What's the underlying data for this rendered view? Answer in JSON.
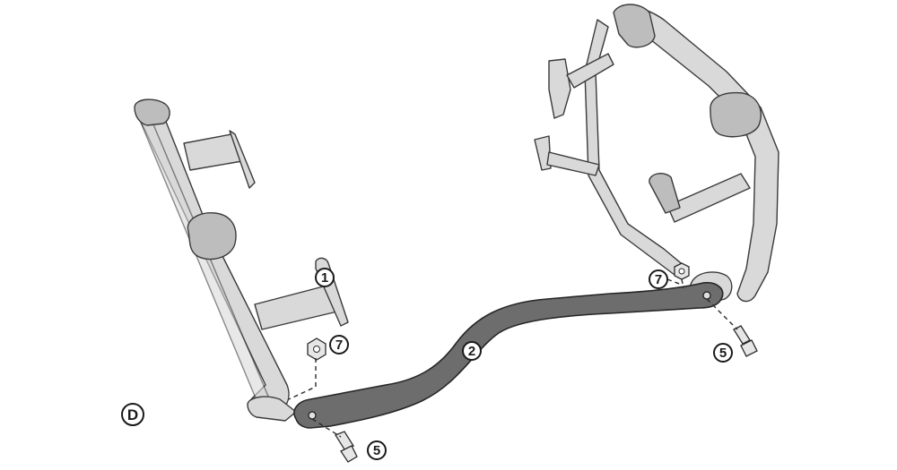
{
  "callouts": {
    "part_1": "1",
    "part_2": "2",
    "part_5_left": "5",
    "part_5_right": "5",
    "part_7_left": "7",
    "part_7_right": "7"
  },
  "step_label": "D"
}
